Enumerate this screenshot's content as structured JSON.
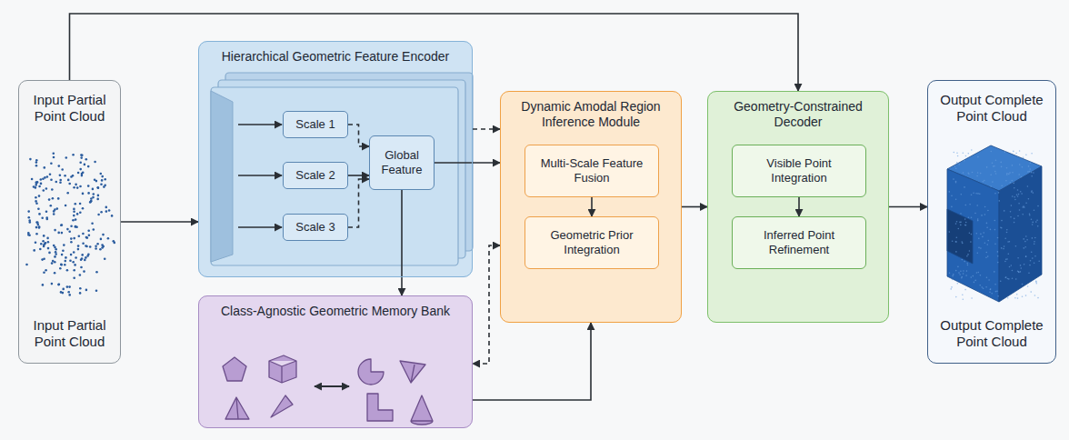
{
  "diagram": {
    "nodes": [
      {
        "text": [
          "Input Partial Point Cloud",
          "Input Partial Point Cloud"
        ]
      },
      {
        "text": [
          "Hierarchical Geometric Feature Encoder"
        ]
      },
      {
        "text": [
          "Scale 1"
        ],
        "in": 1
      },
      {
        "text": [
          "Scale 2"
        ],
        "in": 1
      },
      {
        "text": [
          "Scale 3"
        ],
        "in": 1
      },
      {
        "text": [
          "Global Feature"
        ],
        "in": 1
      },
      {
        "text": [
          "Class-Agnostic Geometric Memory Bank"
        ]
      },
      {
        "text": [
          "Dynamic Amodal Region Inference Module"
        ]
      },
      {
        "text": [
          "Multi-Scale Feature Fusion"
        ],
        "in": 7
      },
      {
        "text": [
          "Geometric Prior Integration"
        ],
        "in": 7
      },
      {
        "text": [
          "Geometry-Constrained Decoder"
        ]
      },
      {
        "text": [
          "Visible Point Integration"
        ],
        "in": 10
      },
      {
        "text": [
          "Inferred Point Refinement"
        ],
        "in": 10
      },
      {
        "text": [
          "Output Complete Point Cloud",
          "Output Complete Point Cloud"
        ]
      }
    ],
    "edges": [
      {
        "from": 0,
        "to": 1,
        "arrow": "to"
      },
      {
        "from": 0,
        "to": 10,
        "arrow": "to"
      },
      {
        "from": 2,
        "to": 5,
        "arrow": "to"
      },
      {
        "from": 3,
        "to": 5,
        "arrow": "to"
      },
      {
        "from": 4,
        "to": 5,
        "arrow": "to"
      },
      {
        "from": 1,
        "to": 7,
        "arrow": "to"
      },
      {
        "from": 5,
        "to": 7,
        "arrow": "to"
      },
      {
        "from": 5,
        "to": 6,
        "arrow": "to"
      },
      {
        "from": 6,
        "to": 7,
        "arrow": "to"
      },
      {
        "from": 7,
        "to": 6,
        "arrow": "both"
      },
      {
        "from": 8,
        "to": 9,
        "arrow": "to"
      },
      {
        "from": 7,
        "to": 10,
        "arrow": "to"
      },
      {
        "from": 11,
        "to": 12,
        "arrow": "to"
      },
      {
        "from": 10,
        "to": 13,
        "arrow": "to"
      }
    ]
  }
}
